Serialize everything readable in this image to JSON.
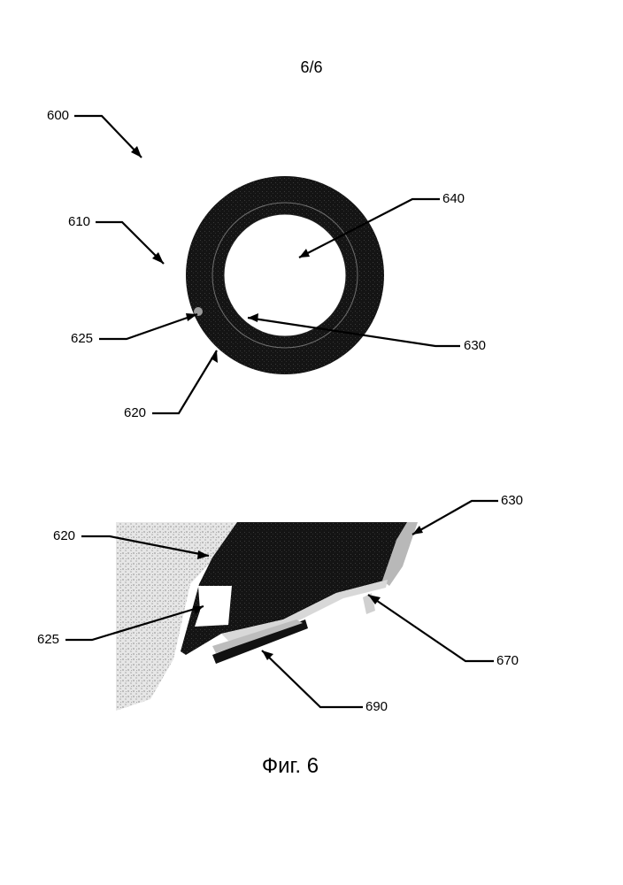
{
  "sheet": {
    "page_number": "6/6",
    "caption": "Фиг. 6"
  },
  "top_view": {
    "labels": {
      "l600": "600",
      "l610": "610",
      "l625": "625",
      "l620": "620",
      "l640": "640",
      "l630": "630"
    }
  },
  "cross_section": {
    "labels": {
      "l620": "620",
      "l625": "625",
      "l630": "630",
      "l670": "670",
      "l690": "690"
    }
  },
  "colors": {
    "ink": "#000000",
    "ring": "#1a1a1a",
    "speckle": "#cfcfcf"
  }
}
